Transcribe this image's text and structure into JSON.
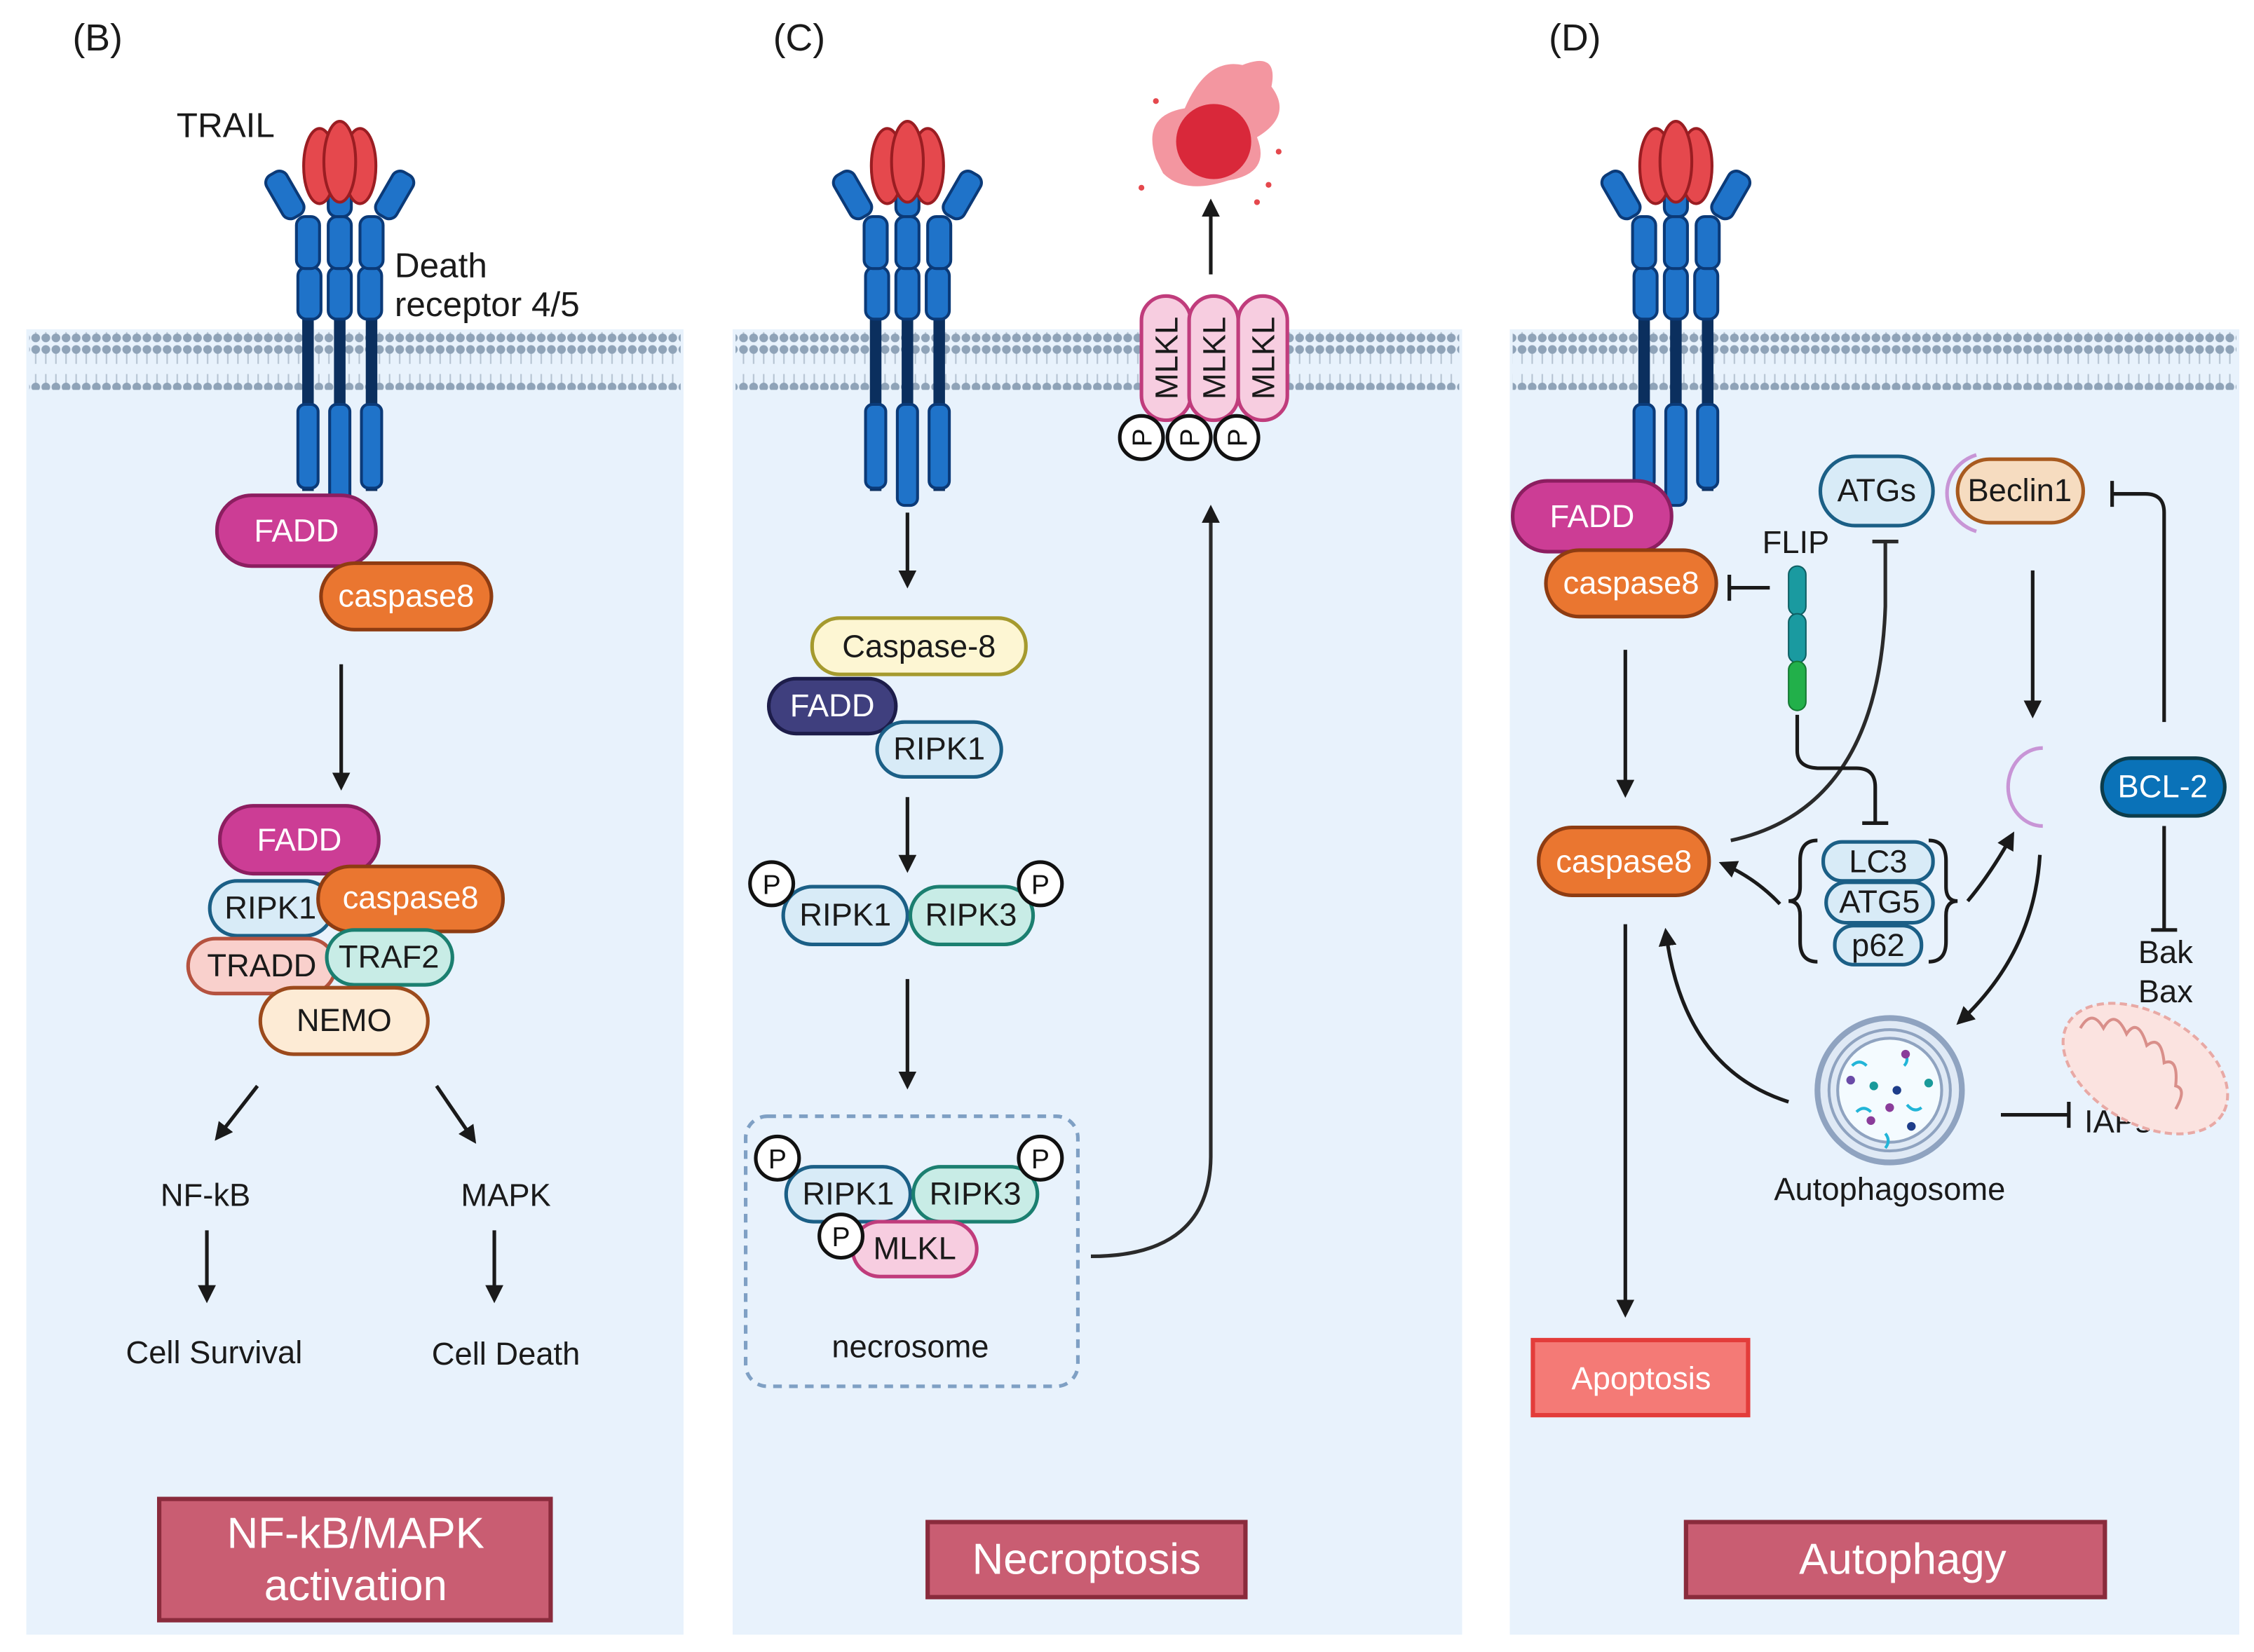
{
  "panels": {
    "B": {
      "letter": "(B)",
      "ligand": "TRAIL",
      "receptor_line1": "Death",
      "receptor_line2": "receptor 4/5",
      "fadd": "FADD",
      "caspase8": "caspase8",
      "complex": {
        "fadd": "FADD",
        "ripk1": "RIPK1",
        "caspase8": "caspase8",
        "tradd": "TRADD",
        "traf2": "TRAF2",
        "nemo": "NEMO"
      },
      "nfkb": "NF-kB",
      "mapk": "MAPK",
      "survival": "Cell Survival",
      "death": "Cell Death",
      "title_line1": "NF-kB/MAPK",
      "title_line2": "activation"
    },
    "C": {
      "letter": "(C)",
      "caspase8": "Caspase-8",
      "fadd": "FADD",
      "ripk1": "RIPK1",
      "ripk3": "RIPK3",
      "phospho": "P",
      "mlkl": "MLKL",
      "necrosome": "necrosome",
      "title": "Necroptosis"
    },
    "D": {
      "letter": "(D)",
      "fadd": "FADD",
      "caspase8": "caspase8",
      "flip": "FLIP",
      "atgs": "ATGs",
      "beclin1": "Beclin1",
      "bcl2": "BCL-2",
      "bak": "Bak",
      "bax": "Bax",
      "lc3": "LC3",
      "atg5": "ATG5",
      "p62": "p62",
      "iaps": "IAPs",
      "autophagosome": "Autophagosome",
      "apoptosis": "Apoptosis",
      "title": "Autophagy"
    }
  },
  "colors": {
    "panel_bg": "#e8f2fc",
    "receptor": "#1f73c9",
    "ligand": "#e5484d",
    "fadd": "#cc3d95",
    "caspase8": "#ea7630",
    "title_box": "#c95d72",
    "apoptosis_box": "#f47a76"
  }
}
